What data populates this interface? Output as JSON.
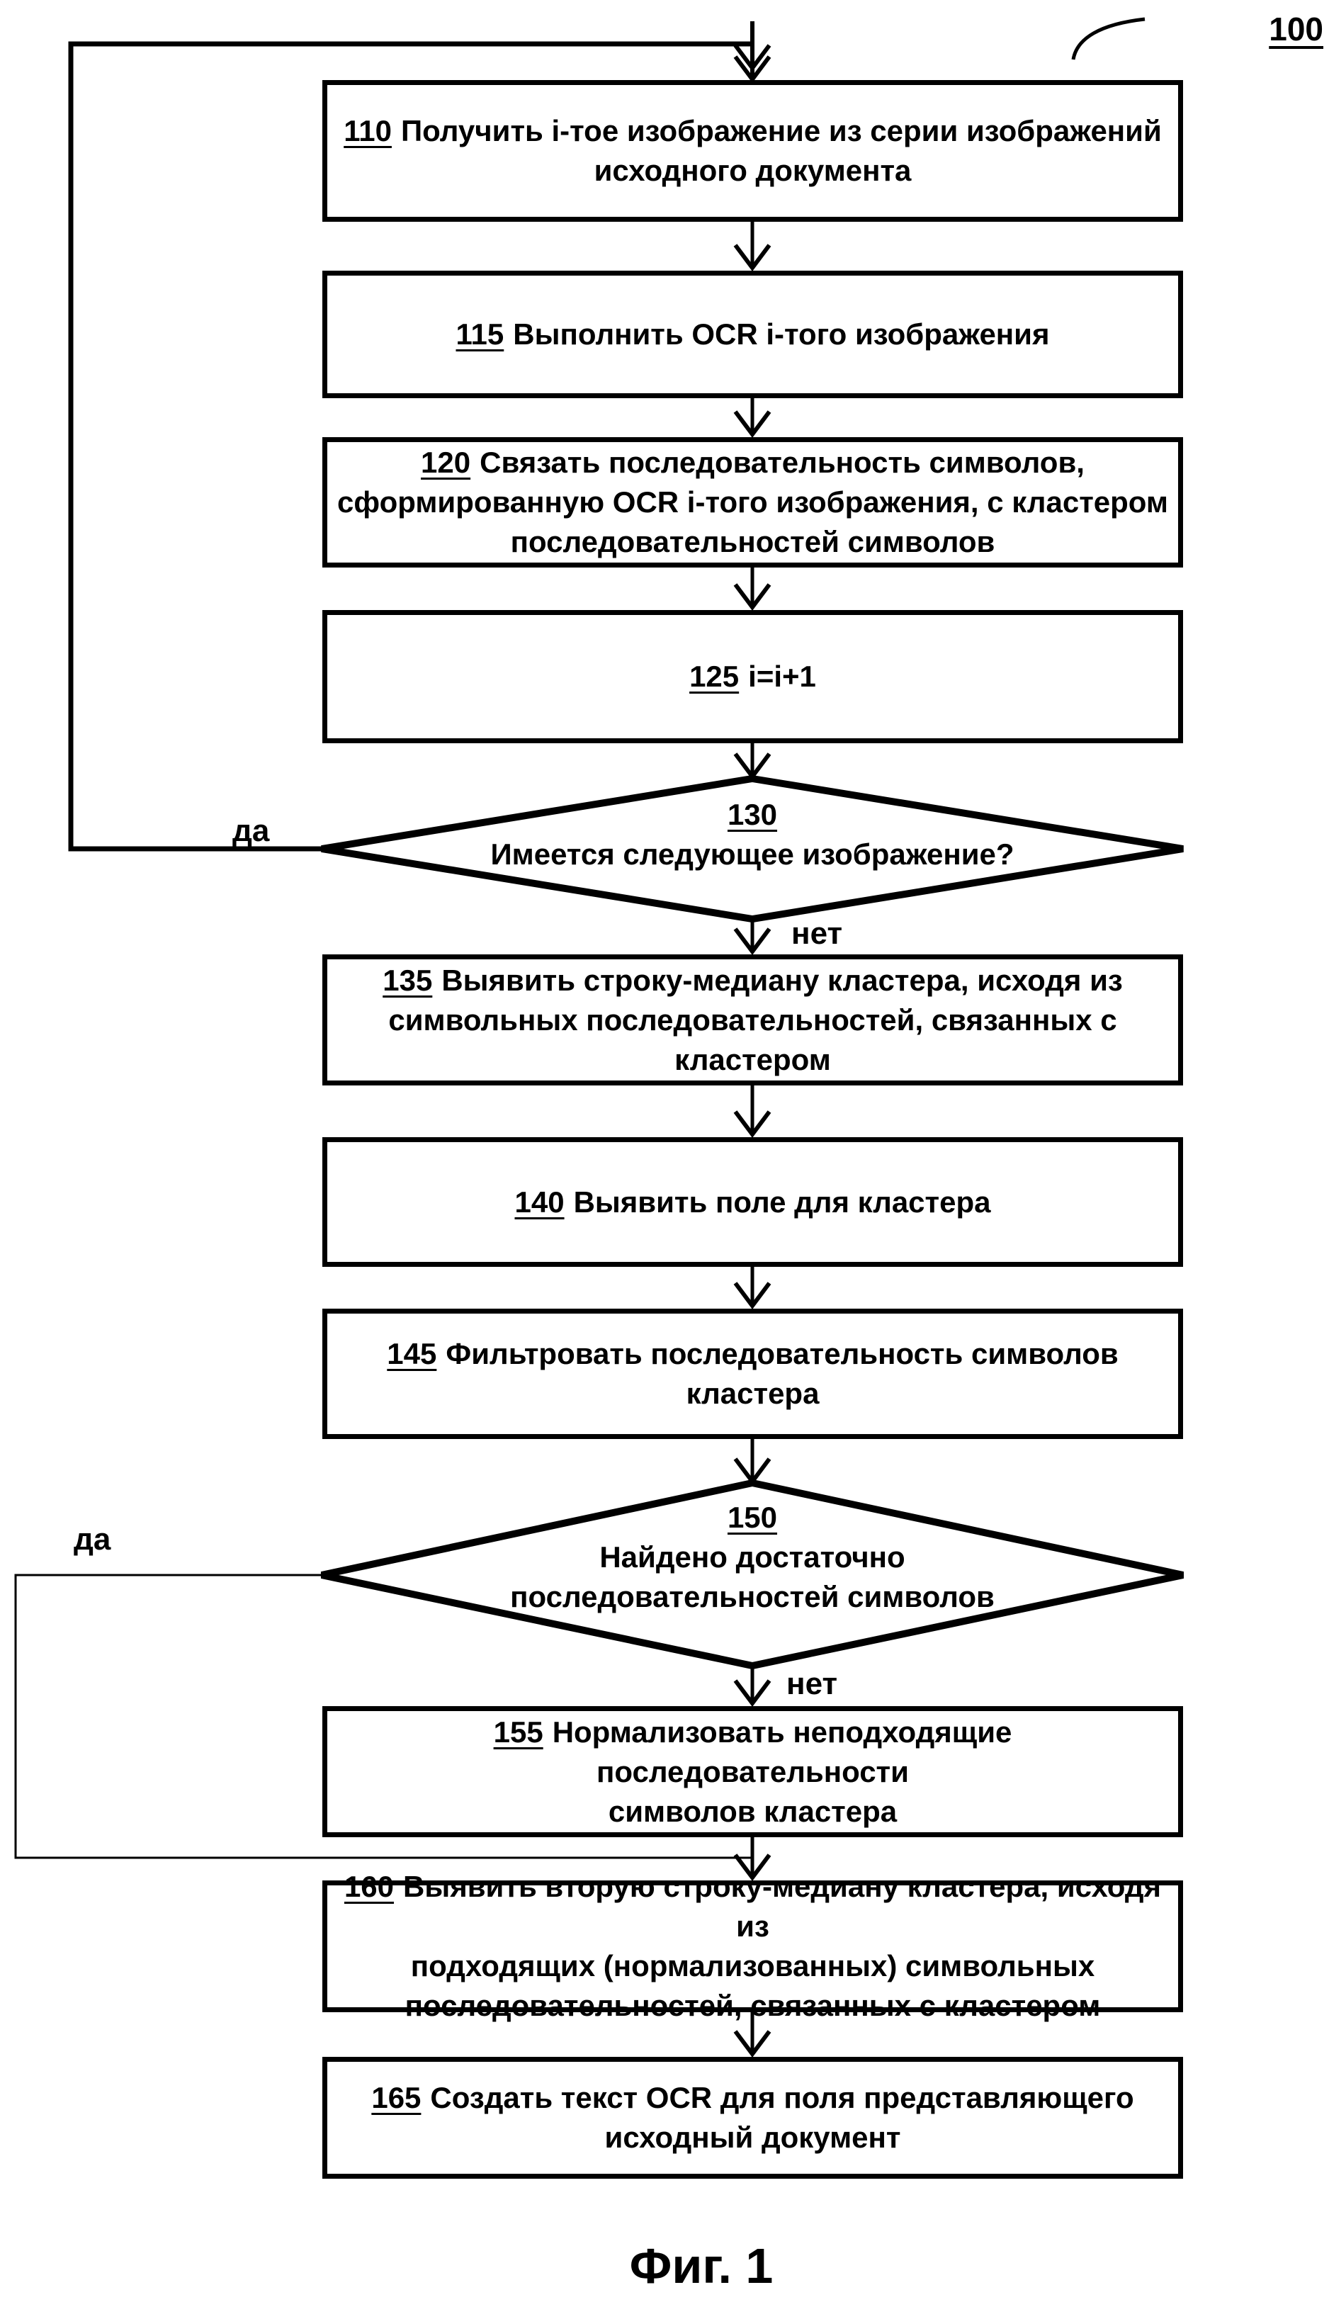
{
  "figure_ref": "100",
  "caption": "Фиг. 1",
  "labels": {
    "d130_yes": "да",
    "d130_no": "нет",
    "d150_yes": "да",
    "d150_no": "нет"
  },
  "nodes": [
    {
      "id": "110",
      "type": "process",
      "num": "110",
      "text": "Получить i-тое изображение из серии изображений\nисходного документа"
    },
    {
      "id": "115",
      "type": "process",
      "num": "115",
      "text": "Выполнить OCR i-того изображения"
    },
    {
      "id": "120",
      "type": "process",
      "num": "120",
      "text": "Связать последовательность символов,\nсформированную OCR i-того изображения, с кластером\nпоследовательностей символов"
    },
    {
      "id": "125",
      "type": "process",
      "num": "125",
      "text": "i=i+1"
    },
    {
      "id": "130",
      "type": "decision",
      "num": "130",
      "text": "Имеется следующее изображение?"
    },
    {
      "id": "135",
      "type": "process",
      "num": "135",
      "text": "Выявить строку-медиану кластера, исходя из\nсимвольных последовательностей, связанных с кластером"
    },
    {
      "id": "140",
      "type": "process",
      "num": "140",
      "text": "Выявить поле для кластера"
    },
    {
      "id": "145",
      "type": "process",
      "num": "145",
      "text": "Фильтровать последовательность символов кластера"
    },
    {
      "id": "150",
      "type": "decision",
      "num": "150",
      "text": "Найдено достаточно\nпоследовательностей символов"
    },
    {
      "id": "155",
      "type": "process",
      "num": "155",
      "text": "Нормализовать неподходящие последовательности\nсимволов кластера"
    },
    {
      "id": "160",
      "type": "process",
      "num": "160",
      "text": "Выявить вторую строку-медиану кластера, исходя из\nподходящих (нормализованных) символьных\nпоследовательностей, связанных с кластером"
    },
    {
      "id": "165",
      "type": "process",
      "num": "165",
      "text": "Создать текст OCR для поля представляющего\nисходный документ"
    }
  ]
}
